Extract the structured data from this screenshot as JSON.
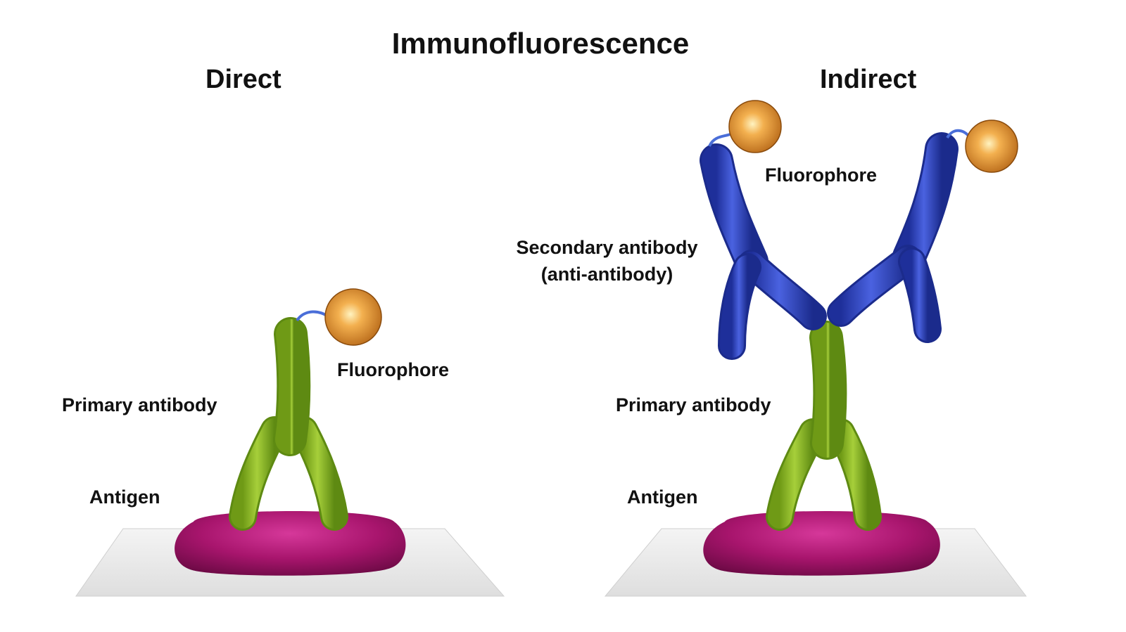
{
  "title": "Immunofluorescence",
  "colors": {
    "primary_antibody": "#8db82a",
    "secondary_antibody": "#2f46c8",
    "antigen": "#a8156d",
    "fluorophore": "#e89a3c",
    "slide": "#e9e9e9"
  },
  "direct": {
    "heading": "Direct",
    "labels": {
      "primary_antibody": "Primary antibody",
      "fluorophore": "Fluorophore",
      "antigen": "Antigen"
    }
  },
  "indirect": {
    "heading": "Indirect",
    "labels": {
      "fluorophore": "Fluorophore",
      "secondary_antibody_line1": "Secondary antibody",
      "secondary_antibody_line2": "(anti-antibody)",
      "primary_antibody": "Primary antibody",
      "antigen": "Antigen"
    }
  }
}
